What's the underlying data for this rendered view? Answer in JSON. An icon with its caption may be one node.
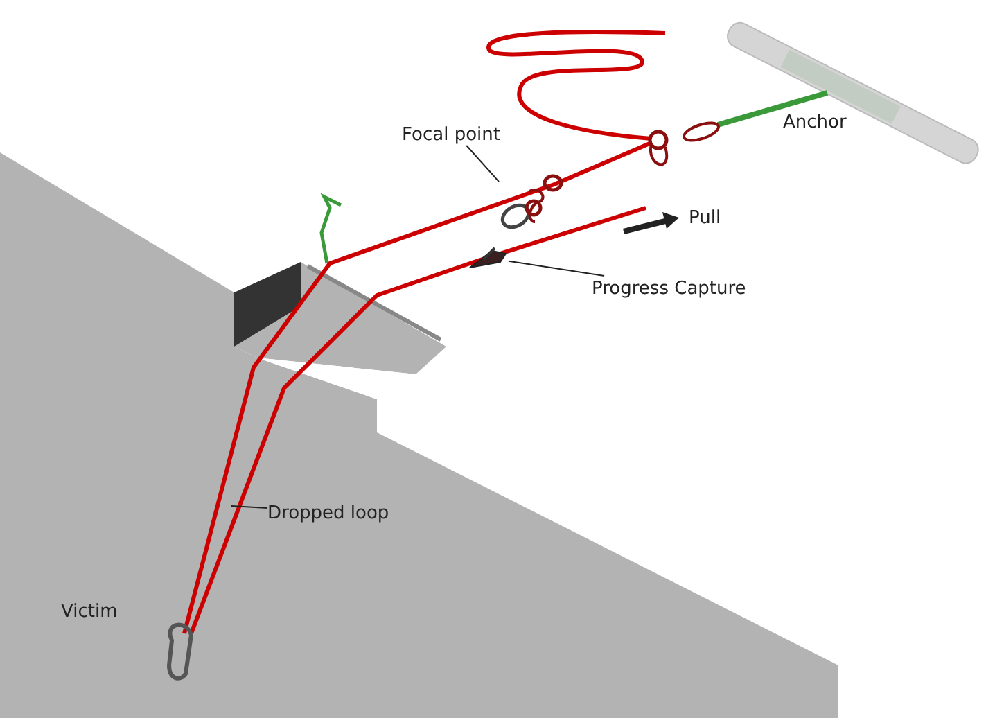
{
  "diagram": {
    "nodes": [
      {
        "text": [
          "Focal point"
        ]
      },
      {
        "text": [],
        "shape": "picture"
      },
      {
        "text": [
          "Progress Capture"
        ]
      },
      {
        "text": [],
        "shape": "picture"
      },
      {
        "text": [
          "Dropped loop"
        ]
      }
    ],
    "edges": [
      {
        "from": 0,
        "to": 1,
        "arrow": "none"
      },
      {
        "from": 2,
        "to": 3,
        "arrow": "none"
      },
      {
        "from": 4,
        "to": null,
        "arrow": "none"
      }
    ],
    "labels": [
      "Anchor",
      "Pull",
      "Victim"
    ]
  }
}
